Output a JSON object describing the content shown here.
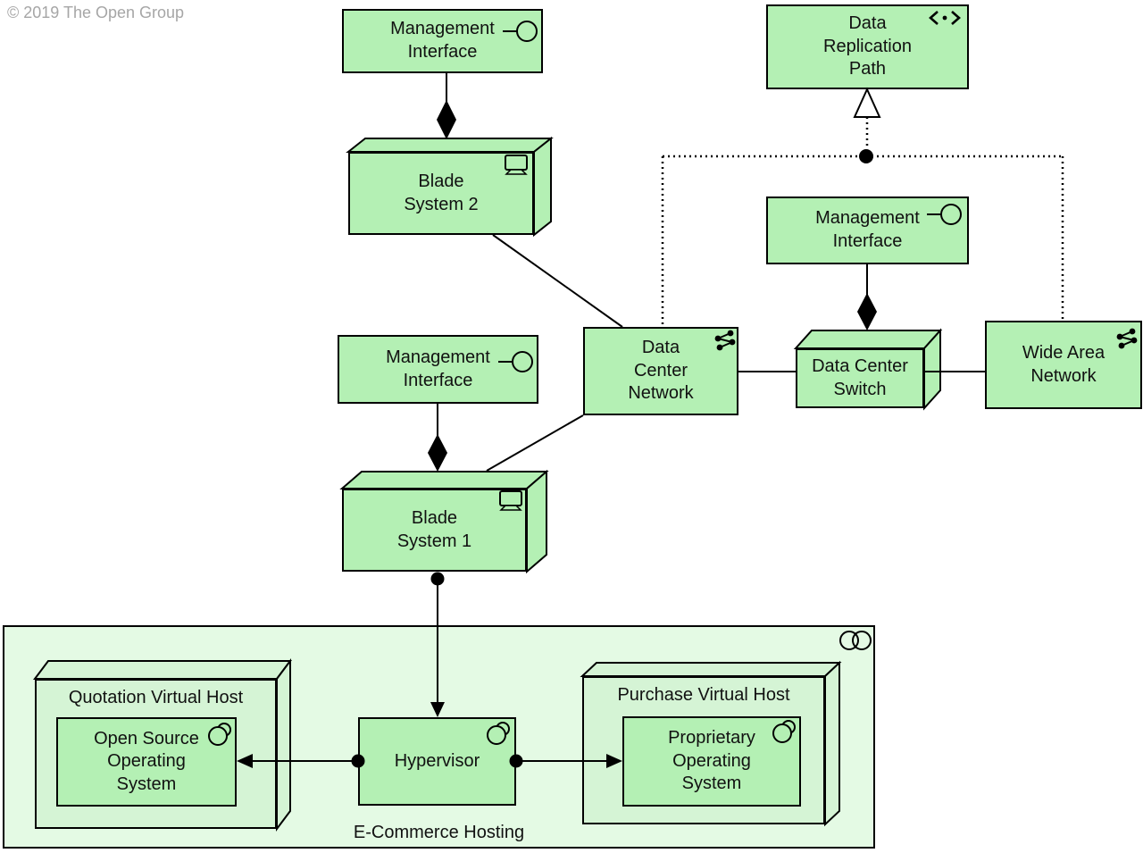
{
  "copyright": "© 2019 The Open Group",
  "colors": {
    "element_fill": "#b4f0b4",
    "virtual_host_fill": "#d5f4d5",
    "container_fill": "#e4fae4",
    "border": "#000000",
    "copyright_text": "#a6a6a6"
  },
  "diagram": {
    "elements": {
      "mgmt_interface_top": {
        "label": "Management\nInterface",
        "type": "technology-interface",
        "icon": "interface-icon"
      },
      "blade_system_2": {
        "label": "Blade\nSystem 2",
        "type": "device-node",
        "icon": "device-icon"
      },
      "data_replication_path": {
        "label": "Data\nReplication\nPath",
        "type": "path",
        "icon": "path-icon"
      },
      "mgmt_interface_right": {
        "label": "Management\nInterface",
        "type": "technology-interface",
        "icon": "interface-icon"
      },
      "data_center_network": {
        "label": "Data\nCenter\nNetwork",
        "type": "communication-network",
        "icon": "network-icon"
      },
      "data_center_switch": {
        "label": "Data Center\nSwitch",
        "type": "node",
        "icon": "none"
      },
      "wide_area_network": {
        "label": "Wide Area\nNetwork",
        "type": "communication-network",
        "icon": "network-icon"
      },
      "mgmt_interface_left": {
        "label": "Management\nInterface",
        "type": "technology-interface",
        "icon": "interface-icon"
      },
      "blade_system_1": {
        "label": "Blade\nSystem 1",
        "type": "device-node",
        "icon": "device-icon"
      },
      "ecommerce_hosting": {
        "label": "E-Commerce Hosting",
        "type": "technology-collaboration",
        "icon": "collaboration-icon"
      },
      "quotation_virtual_host": {
        "label": "Quotation Virtual Host",
        "type": "node",
        "icon": "none"
      },
      "open_source_os": {
        "label": "Open Source\nOperating\nSystem",
        "type": "system-software",
        "icon": "system-software-icon"
      },
      "hypervisor": {
        "label": "Hypervisor",
        "type": "system-software",
        "icon": "system-software-icon"
      },
      "purchase_virtual_host": {
        "label": "Purchase Virtual Host",
        "type": "node",
        "icon": "none"
      },
      "proprietary_os": {
        "label": "Proprietary\nOperating\nSystem",
        "type": "system-software",
        "icon": "system-software-icon"
      }
    },
    "relationships": [
      {
        "type": "composition",
        "source": "Management Interface",
        "target": "Blade System 2"
      },
      {
        "type": "composition",
        "source": "Management Interface",
        "target": "Data Center Switch"
      },
      {
        "type": "composition",
        "source": "Management Interface",
        "target": "Blade System 1"
      },
      {
        "type": "association",
        "source": "Blade System 2",
        "target": "Data Center Network"
      },
      {
        "type": "association",
        "source": "Blade System 1",
        "target": "Data Center Network"
      },
      {
        "type": "association",
        "source": "Data Center Network",
        "target": "Data Center Switch"
      },
      {
        "type": "association",
        "source": "Data Center Switch",
        "target": "Wide Area Network"
      },
      {
        "type": "realization",
        "source": "Data Center Network + Wide Area Network (via junction)",
        "target": "Data Replication Path"
      },
      {
        "type": "assignment",
        "source": "Blade System 1",
        "target": "Hypervisor"
      },
      {
        "type": "assignment",
        "source": "Hypervisor",
        "target": "Open Source Operating System"
      },
      {
        "type": "assignment",
        "source": "Hypervisor",
        "target": "Proprietary Operating System"
      }
    ]
  }
}
